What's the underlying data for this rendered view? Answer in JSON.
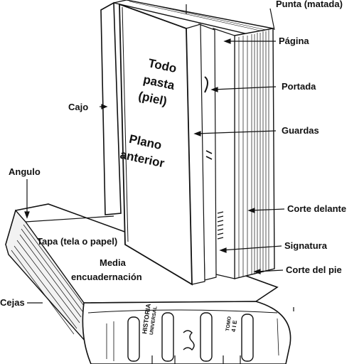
{
  "labels": {
    "punta": "Punta (matada)",
    "pagina": "Página",
    "portada": "Portada",
    "guardas": "Guardas",
    "cajo": "Cajo",
    "angulo": "Angulo",
    "corte_delante": "Corte delante",
    "signatura": "Signatura",
    "corte_pie": "Corte del pie",
    "tapa": "Tapa (tela o papel)",
    "media_1": "Media",
    "media_2": "encuadernación",
    "cejas": "Cejas"
  },
  "cover_text": {
    "line1": "Todo",
    "line2": "pasta",
    "line3": "(piel)",
    "line4": "Plano",
    "line5": "anterior"
  },
  "spine_text": {
    "historia_1": "HISTORIA",
    "historia_2": "UNIVERSAL",
    "tomo_1": "TOMO",
    "tomo_2": "4 I E"
  },
  "colors": {
    "ink": "#111111",
    "paper": "#ffffff",
    "shade": "#e6e6e6"
  }
}
